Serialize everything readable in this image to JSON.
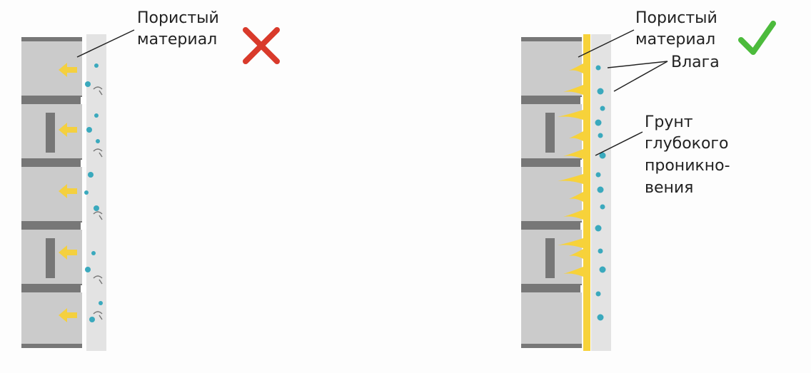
{
  "left_panel": {
    "label": [
      "Пористый",
      "материал"
    ],
    "status_icon": "cross-icon",
    "status_color": "#d93a2b"
  },
  "right_panel": {
    "label": [
      "Пористый",
      "материал"
    ],
    "moisture_label": "Влага",
    "primer_label": [
      "Грунт",
      "глубокого",
      "проникно-",
      "вения"
    ],
    "status_icon": "check-icon",
    "status_color": "#4cbb3c"
  },
  "colors": {
    "brick": "#cbcbcb",
    "mortar": "#777777",
    "plaster": "#e3e3e3",
    "primer": "#f7d23a",
    "moisture": "#3aa9bd",
    "arrow": "#f4d03f"
  }
}
